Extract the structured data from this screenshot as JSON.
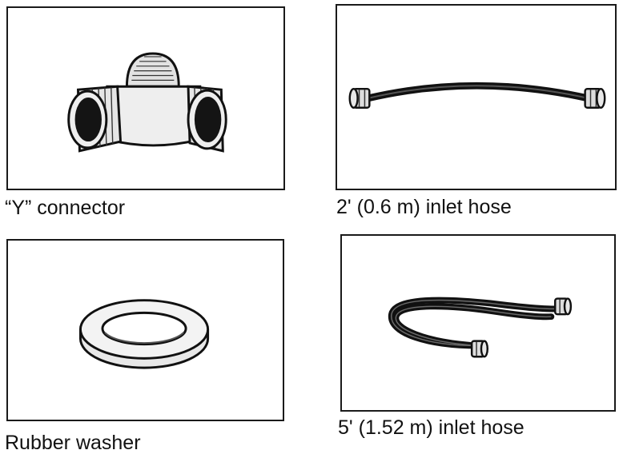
{
  "items": [
    {
      "caption": "“Y” connector",
      "icon": "y-connector-icon"
    },
    {
      "caption": "2' (0.6 m) inlet hose",
      "icon": "short-inlet-hose-icon"
    },
    {
      "caption": "Rubber washer",
      "icon": "rubber-washer-icon"
    },
    {
      "caption": "5' (1.52 m) inlet hose",
      "icon": "long-inlet-hose-icon"
    }
  ],
  "colors": {
    "ink": "#1a1a1a",
    "fill": "#d9d9d9",
    "background": "#ffffff"
  }
}
